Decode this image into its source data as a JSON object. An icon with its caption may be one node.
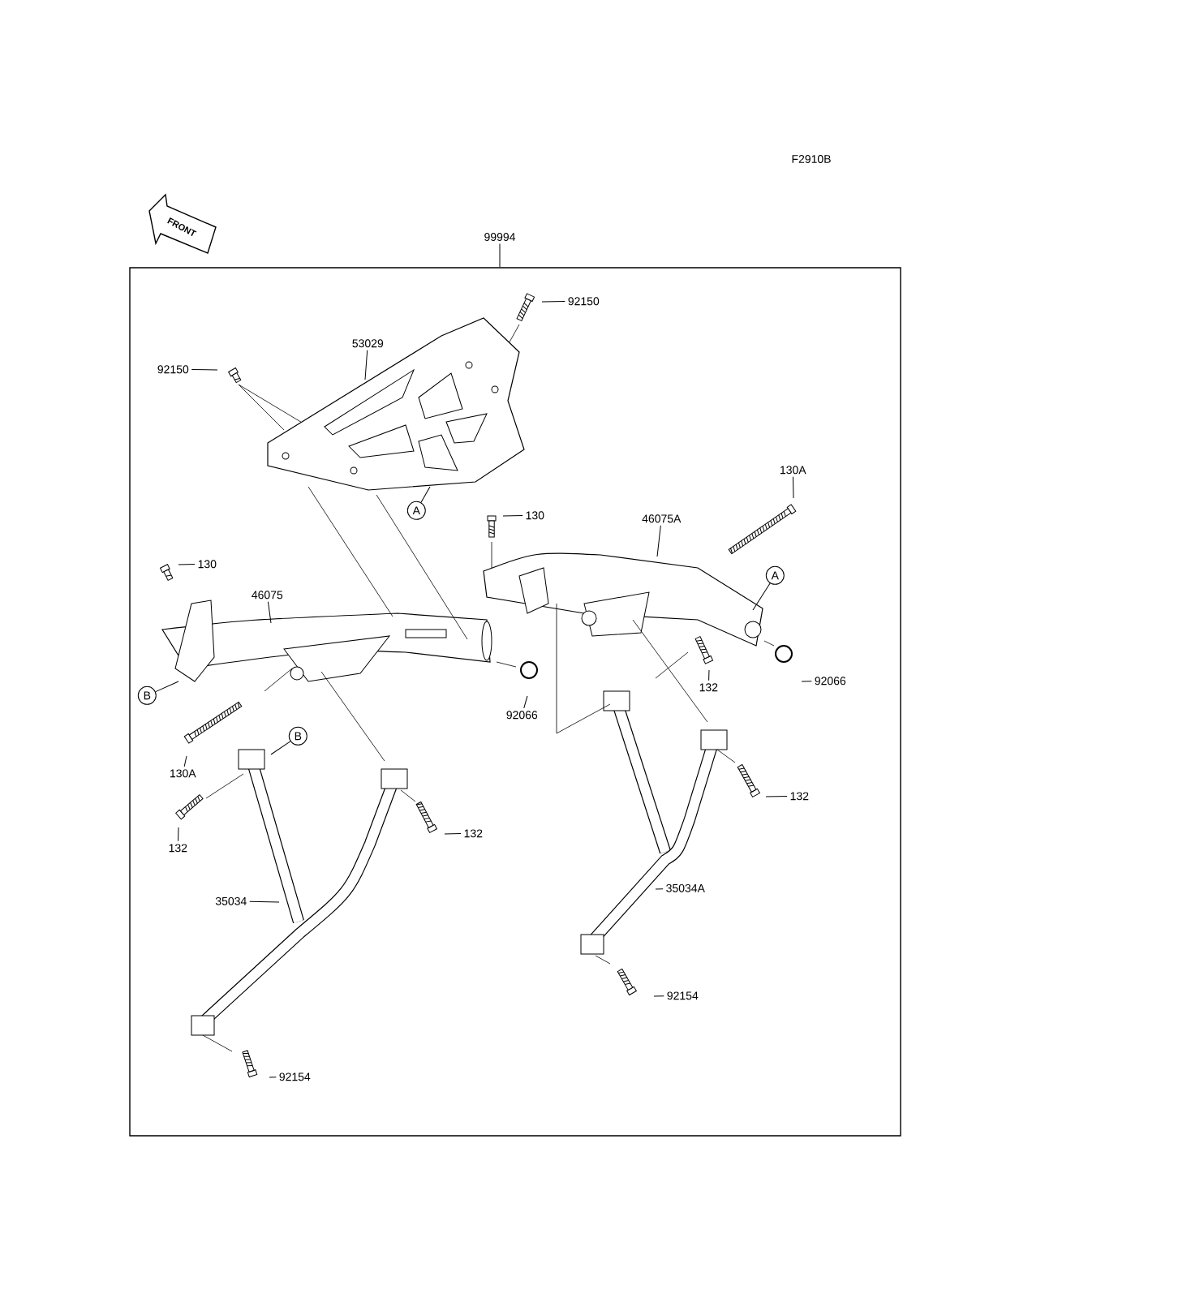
{
  "diagram": {
    "nodes": [
      {
        "text": [],
        "shape": "box"
      },
      {
        "text": [
          "99994"
        ]
      },
      {
        "text": [
          "92150"
        ],
        "in": 0
      },
      {
        "text": [
          "53029"
        ],
        "in": 0
      },
      {
        "text": [
          "92150"
        ],
        "in": 0
      },
      {
        "text": [
          "A"
        ],
        "in": 0
      },
      {
        "text": [
          "130"
        ],
        "in": 0
      },
      {
        "text": [
          "46075A"
        ],
        "in": 0
      },
      {
        "text": [
          "130A"
        ],
        "in": 0
      },
      {
        "text": [
          "130"
        ],
        "in": 0
      },
      {
        "text": [
          "46075"
        ],
        "in": 0
      },
      {
        "text": [
          "A"
        ],
        "in": 0
      },
      {
        "text": [
          "B"
        ],
        "in": 0
      },
      {
        "text": [
          "92066"
        ],
        "in": 0
      },
      {
        "text": [
          "132"
        ],
        "in": 0
      },
      {
        "text": [
          "92066"
        ],
        "in": 0
      },
      {
        "text": [
          "130A"
        ],
        "in": 0
      },
      {
        "text": [
          "B"
        ],
        "in": 0
      },
      {
        "text": [
          "132"
        ],
        "in": 0
      },
      {
        "text": [
          "132"
        ],
        "in": 0
      },
      {
        "text": [
          "132"
        ],
        "in": 0
      },
      {
        "text": [
          "35034"
        ],
        "in": 28
      },
      {
        "text": [
          "35034A"
        ],
        "in": 29
      },
      {
        "text": [
          "92154"
        ],
        "in": 0
      },
      {
        "text": [
          "92154"
        ],
        "in": 0
      },
      {
        "text": [],
        "shape": "picture",
        "in": 0
      },
      {
        "text": [],
        "shape": "picture",
        "in": 0
      },
      {
        "text": [],
        "shape": "picture",
        "in": 0
      },
      {
        "text": [],
        "shape": "picture",
        "in": 0
      },
      {
        "text": [],
        "shape": "picture",
        "in": 0
      }
    ],
    "edges": [
      {
        "from": 1,
        "to": 0,
        "arrow": "none"
      },
      {
        "from": 2,
        "to": null,
        "arrow": "none"
      },
      {
        "from": 3,
        "to": 25,
        "arrow": "none"
      },
      {
        "from": 4,
        "to": null,
        "arrow": "none"
      },
      {
        "from": 5,
        "to": 25,
        "arrow": "none"
      },
      {
        "from": 6,
        "to": null,
        "arrow": "none"
      },
      {
        "from": 7,
        "to": 27,
        "arrow": "none"
      },
      {
        "from": 8,
        "to": null,
        "arrow": "none"
      },
      {
        "from": 9,
        "to": null,
        "arrow": "none"
      },
      {
        "from": 10,
        "to": 26,
        "arrow": "none"
      },
      {
        "from": 11,
        "to": 27,
        "arrow": "none"
      },
      {
        "from": 12,
        "to": 26,
        "arrow": "none"
      },
      {
        "from": 13,
        "to": null,
        "arrow": "none"
      },
      {
        "from": 14,
        "to": null,
        "arrow": "none"
      },
      {
        "from": 15,
        "to": null,
        "arrow": "none"
      },
      {
        "from": 16,
        "to": null,
        "arrow": "none"
      },
      {
        "from": 17,
        "to": 28,
        "arrow": "none"
      },
      {
        "from": 18,
        "to": null,
        "arrow": "none"
      },
      {
        "from": 19,
        "to": null,
        "arrow": "none"
      },
      {
        "from": 20,
        "to": null,
        "arrow": "none"
      },
      {
        "from": 21,
        "to": 28,
        "arrow": "none"
      },
      {
        "from": 22,
        "to": 29,
        "arrow": "none"
      },
      {
        "from": 23,
        "to": null,
        "arrow": "none"
      },
      {
        "from": 24,
        "to": null,
        "arrow": "none"
      },
      {
        "from": 25,
        "to": 26,
        "arrow": "none"
      },
      {
        "from": 25,
        "to": 26,
        "arrow": "none"
      },
      {
        "from": 26,
        "to": 28,
        "arrow": "none"
      },
      {
        "from": 27,
        "to": 29,
        "arrow": "none"
      },
      {
        "from": 27,
        "to": 29,
        "arrow": "none"
      }
    ],
    "labels": [
      "F2910B",
      "FRONT"
    ]
  }
}
